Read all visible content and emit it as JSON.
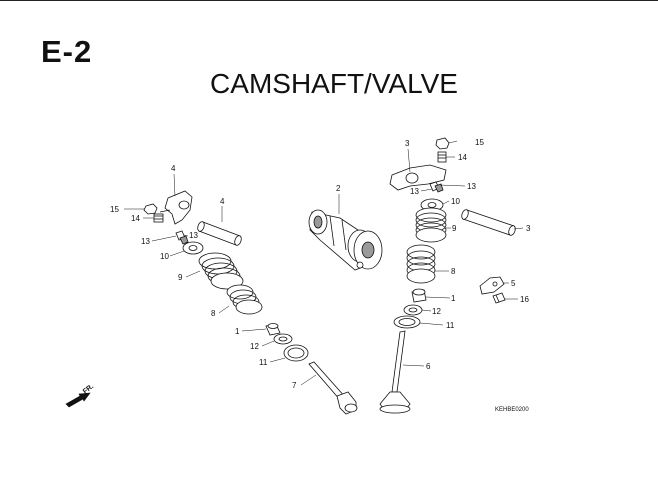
{
  "header": {
    "section_code": "E-2",
    "title": "CAMSHAFT/VALVE"
  },
  "figure": {
    "code": "KEHBE0200",
    "direction_label": "FR."
  },
  "callouts": [
    "1",
    "1",
    "2",
    "3",
    "3",
    "4",
    "4",
    "5",
    "6",
    "7",
    "8",
    "8",
    "9",
    "9",
    "10",
    "10",
    "11",
    "11",
    "12",
    "12",
    "13",
    "13",
    "13",
    "13",
    "14",
    "14",
    "15",
    "15",
    "16"
  ],
  "colors": {
    "line": "#111111",
    "shade": "#9a9a9a",
    "part_fill": "#ffffff"
  }
}
